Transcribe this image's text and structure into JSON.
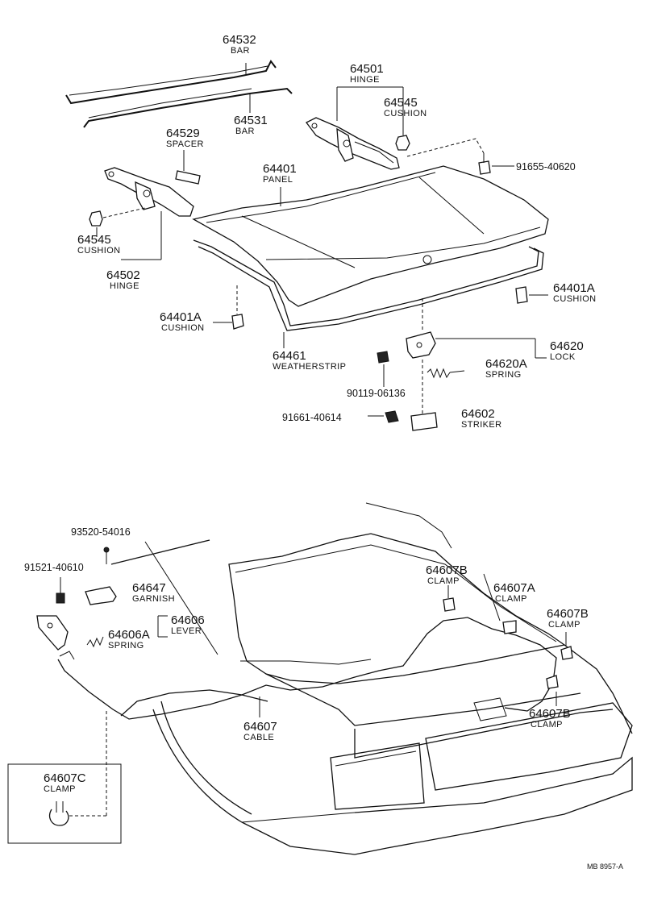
{
  "labels": {
    "p64532": {
      "num": "64532",
      "name": "BAR"
    },
    "p64531": {
      "num": "64531",
      "name": "BAR"
    },
    "p64501": {
      "num": "64501",
      "name": "HINGE"
    },
    "p64545_top": {
      "num": "64545",
      "name": "CUSHION"
    },
    "p91655": {
      "code": "91655-40620"
    },
    "p64529": {
      "num": "64529",
      "name": "SPACER"
    },
    "p64401": {
      "num": "64401",
      "name": "PANEL"
    },
    "p64545_left": {
      "num": "64545",
      "name": "CUSHION"
    },
    "p64502": {
      "num": "64502",
      "name": "HINGE"
    },
    "p64401A_right": {
      "num": "64401A",
      "name": "CUSHION"
    },
    "p64401A_left": {
      "num": "64401A",
      "name": "CUSHION"
    },
    "p64461": {
      "num": "64461",
      "name": "WEATHERSTRIP"
    },
    "p64620": {
      "num": "64620",
      "name": "LOCK"
    },
    "p64620A": {
      "num": "64620A",
      "name": "SPRING"
    },
    "p90119": {
      "code": "90119-06136"
    },
    "p91661": {
      "code": "91661-40614"
    },
    "p64602": {
      "num": "64602",
      "name": "STRIKER"
    },
    "p93520": {
      "code": "93520-54016"
    },
    "p91521": {
      "code": "91521-40610"
    },
    "p64647": {
      "num": "64647",
      "name": "GARNISH"
    },
    "p64606": {
      "num": "64606",
      "name": "LEVER"
    },
    "p64606A": {
      "num": "64606A",
      "name": "SPRING"
    },
    "p64607B_1": {
      "num": "64607B",
      "name": "CLAMP"
    },
    "p64607A": {
      "num": "64607A",
      "name": "CLAMP"
    },
    "p64607B_2": {
      "num": "64607B",
      "name": "CLAMP"
    },
    "p64607B_3": {
      "num": "64607B",
      "name": "CLAMP"
    },
    "p64607": {
      "num": "64607",
      "name": "CABLE"
    },
    "p64607C": {
      "num": "64607C",
      "name": "CLAMP"
    }
  },
  "footer": {
    "code": "MB  8957-A"
  }
}
